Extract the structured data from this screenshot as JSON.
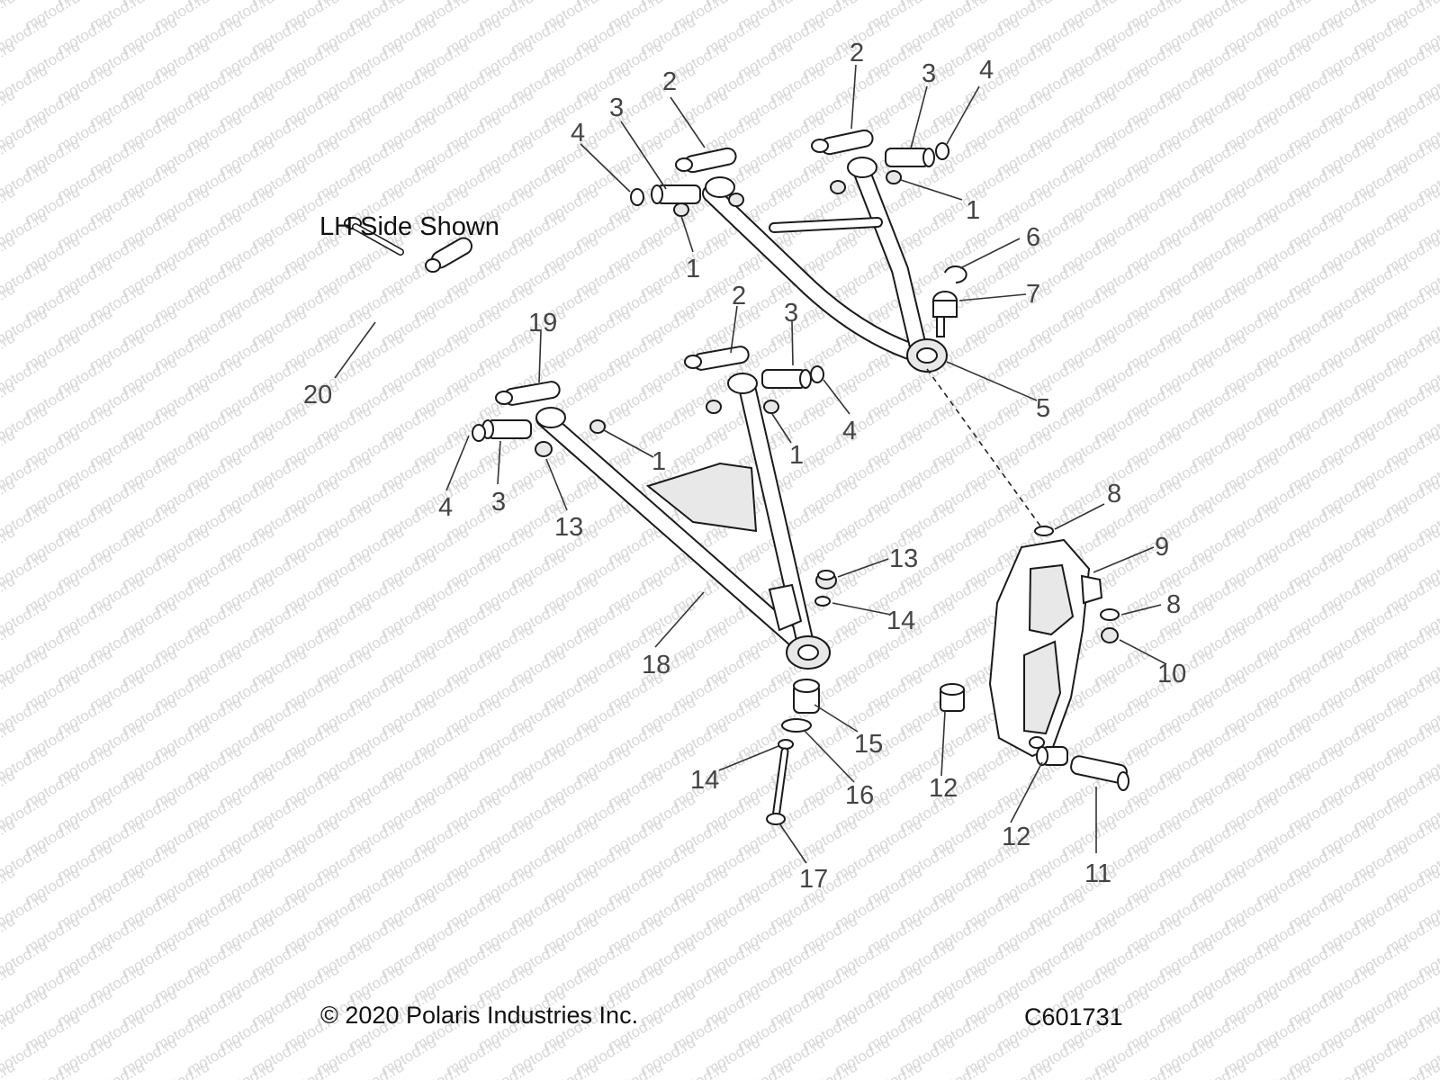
{
  "diagram": {
    "caption": "LH Side Shown",
    "copyright": "© 2020 Polaris Industries Inc.",
    "drawing_number": "C601731",
    "watermark_text": "motod.ru",
    "callouts": [
      {
        "id": "c2a",
        "label": "2"
      },
      {
        "id": "c3a",
        "label": "3"
      },
      {
        "id": "c4a",
        "label": "4"
      },
      {
        "id": "c1a",
        "label": "1"
      },
      {
        "id": "c2b",
        "label": "2"
      },
      {
        "id": "c3b",
        "label": "3"
      },
      {
        "id": "c4b",
        "label": "4"
      },
      {
        "id": "c1b",
        "label": "1"
      },
      {
        "id": "c6",
        "label": "6"
      },
      {
        "id": "c7",
        "label": "7"
      },
      {
        "id": "c5",
        "label": "5"
      },
      {
        "id": "c19",
        "label": "19"
      },
      {
        "id": "c20",
        "label": "20"
      },
      {
        "id": "c2c",
        "label": "2"
      },
      {
        "id": "c3c",
        "label": "3"
      },
      {
        "id": "c4c",
        "label": "4"
      },
      {
        "id": "c1c",
        "label": "1"
      },
      {
        "id": "c1d",
        "label": "1"
      },
      {
        "id": "c4d",
        "label": "4"
      },
      {
        "id": "c3d",
        "label": "3"
      },
      {
        "id": "c13a",
        "label": "13"
      },
      {
        "id": "c8a",
        "label": "8"
      },
      {
        "id": "c9",
        "label": "9"
      },
      {
        "id": "c13b",
        "label": "13"
      },
      {
        "id": "c14a",
        "label": "14"
      },
      {
        "id": "c8b",
        "label": "8"
      },
      {
        "id": "c10",
        "label": "10"
      },
      {
        "id": "c18",
        "label": "18"
      },
      {
        "id": "c15",
        "label": "15"
      },
      {
        "id": "c12a",
        "label": "12"
      },
      {
        "id": "c14b",
        "label": "14"
      },
      {
        "id": "c16",
        "label": "16"
      },
      {
        "id": "c12b",
        "label": "12"
      },
      {
        "id": "c11",
        "label": "11"
      },
      {
        "id": "c17",
        "label": "17"
      }
    ]
  }
}
